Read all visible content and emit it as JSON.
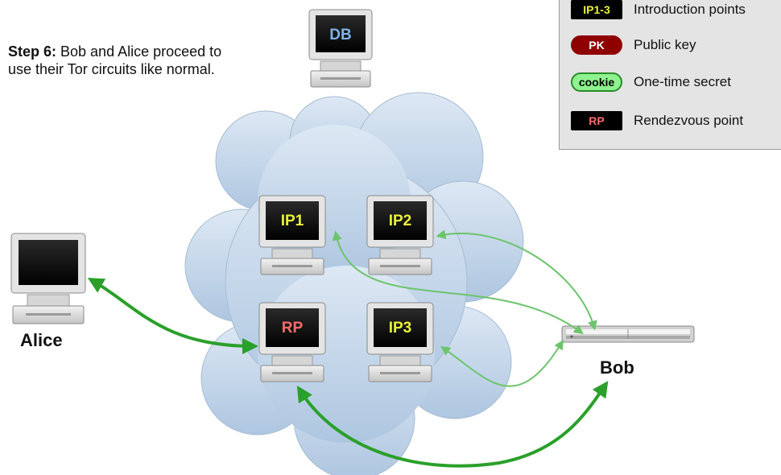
{
  "step": {
    "label": "Step 6:",
    "text": " Bob and Alice proceed to use their Tor circuits like normal."
  },
  "legend": [
    {
      "badge": "IP1-3",
      "label": "Introduction points"
    },
    {
      "badge": "PK",
      "label": "Public key"
    },
    {
      "badge": "cookie",
      "label": "One-time secret"
    },
    {
      "badge": "RP",
      "label": "Rendezvous point"
    }
  ],
  "nodes": {
    "db": "DB",
    "ip1": "IP1",
    "ip2": "IP2",
    "ip3": "IP3",
    "rp": "RP"
  },
  "actors": {
    "alice": "Alice",
    "bob": "Bob"
  },
  "colors": {
    "db_text": "#7fb3e8",
    "ip_text": "#e8f23a",
    "rp_text": "#ff6a6a",
    "cloud_fill": "#c4d6ea",
    "strong_arrow": "#2aa02a",
    "light_arrow": "#6cc46c"
  }
}
